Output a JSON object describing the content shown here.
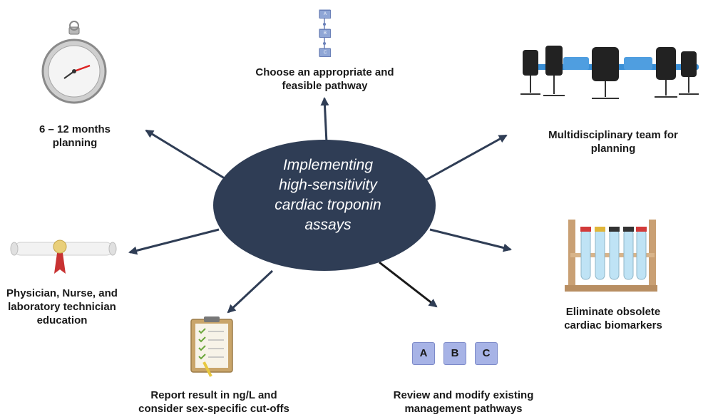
{
  "center": {
    "lines": [
      "Implementing",
      "high-sensitivity",
      "cardiac troponin",
      "assays"
    ]
  },
  "nodes": {
    "pathway": {
      "lines": [
        "Choose an appropriate and",
        "feasible pathway"
      ]
    },
    "team": {
      "lines": [
        "Multidisciplinary team for",
        "planning"
      ]
    },
    "biomarkers": {
      "lines": [
        "Eliminate obsolete",
        "cardiac biomarkers"
      ]
    },
    "review": {
      "lines": [
        "Review and modify existing",
        "management pathways"
      ]
    },
    "report": {
      "lines": [
        "Report result in ng/L and",
        "consider sex-specific cut-offs"
      ]
    },
    "education": {
      "lines": [
        "Physician, Nurse, and",
        "laboratory technician",
        "education"
      ]
    },
    "planning": {
      "lines": [
        "6 – 12 months",
        "planning"
      ]
    }
  },
  "abc_boxes": [
    "A",
    "B",
    "C"
  ],
  "mini_boxes": [
    "A",
    "B",
    "C"
  ],
  "colors": {
    "ellipse": "#2f3d55",
    "arrow": "#2f3d55",
    "box": "#a7b3e6"
  },
  "icons": {
    "planning": "stopwatch-icon",
    "pathway": "pathway-steps-icon",
    "team": "conference-chairs-icon",
    "biomarkers": "test-tubes-icon",
    "review": "abc-boxes-icon",
    "report": "checklist-clipboard-icon",
    "education": "diploma-scroll-icon"
  }
}
